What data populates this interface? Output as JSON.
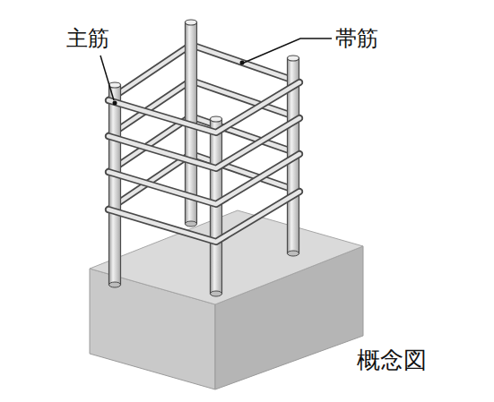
{
  "diagram": {
    "labels": [
      "主筋",
      "帯筋",
      "概念図"
    ]
  }
}
